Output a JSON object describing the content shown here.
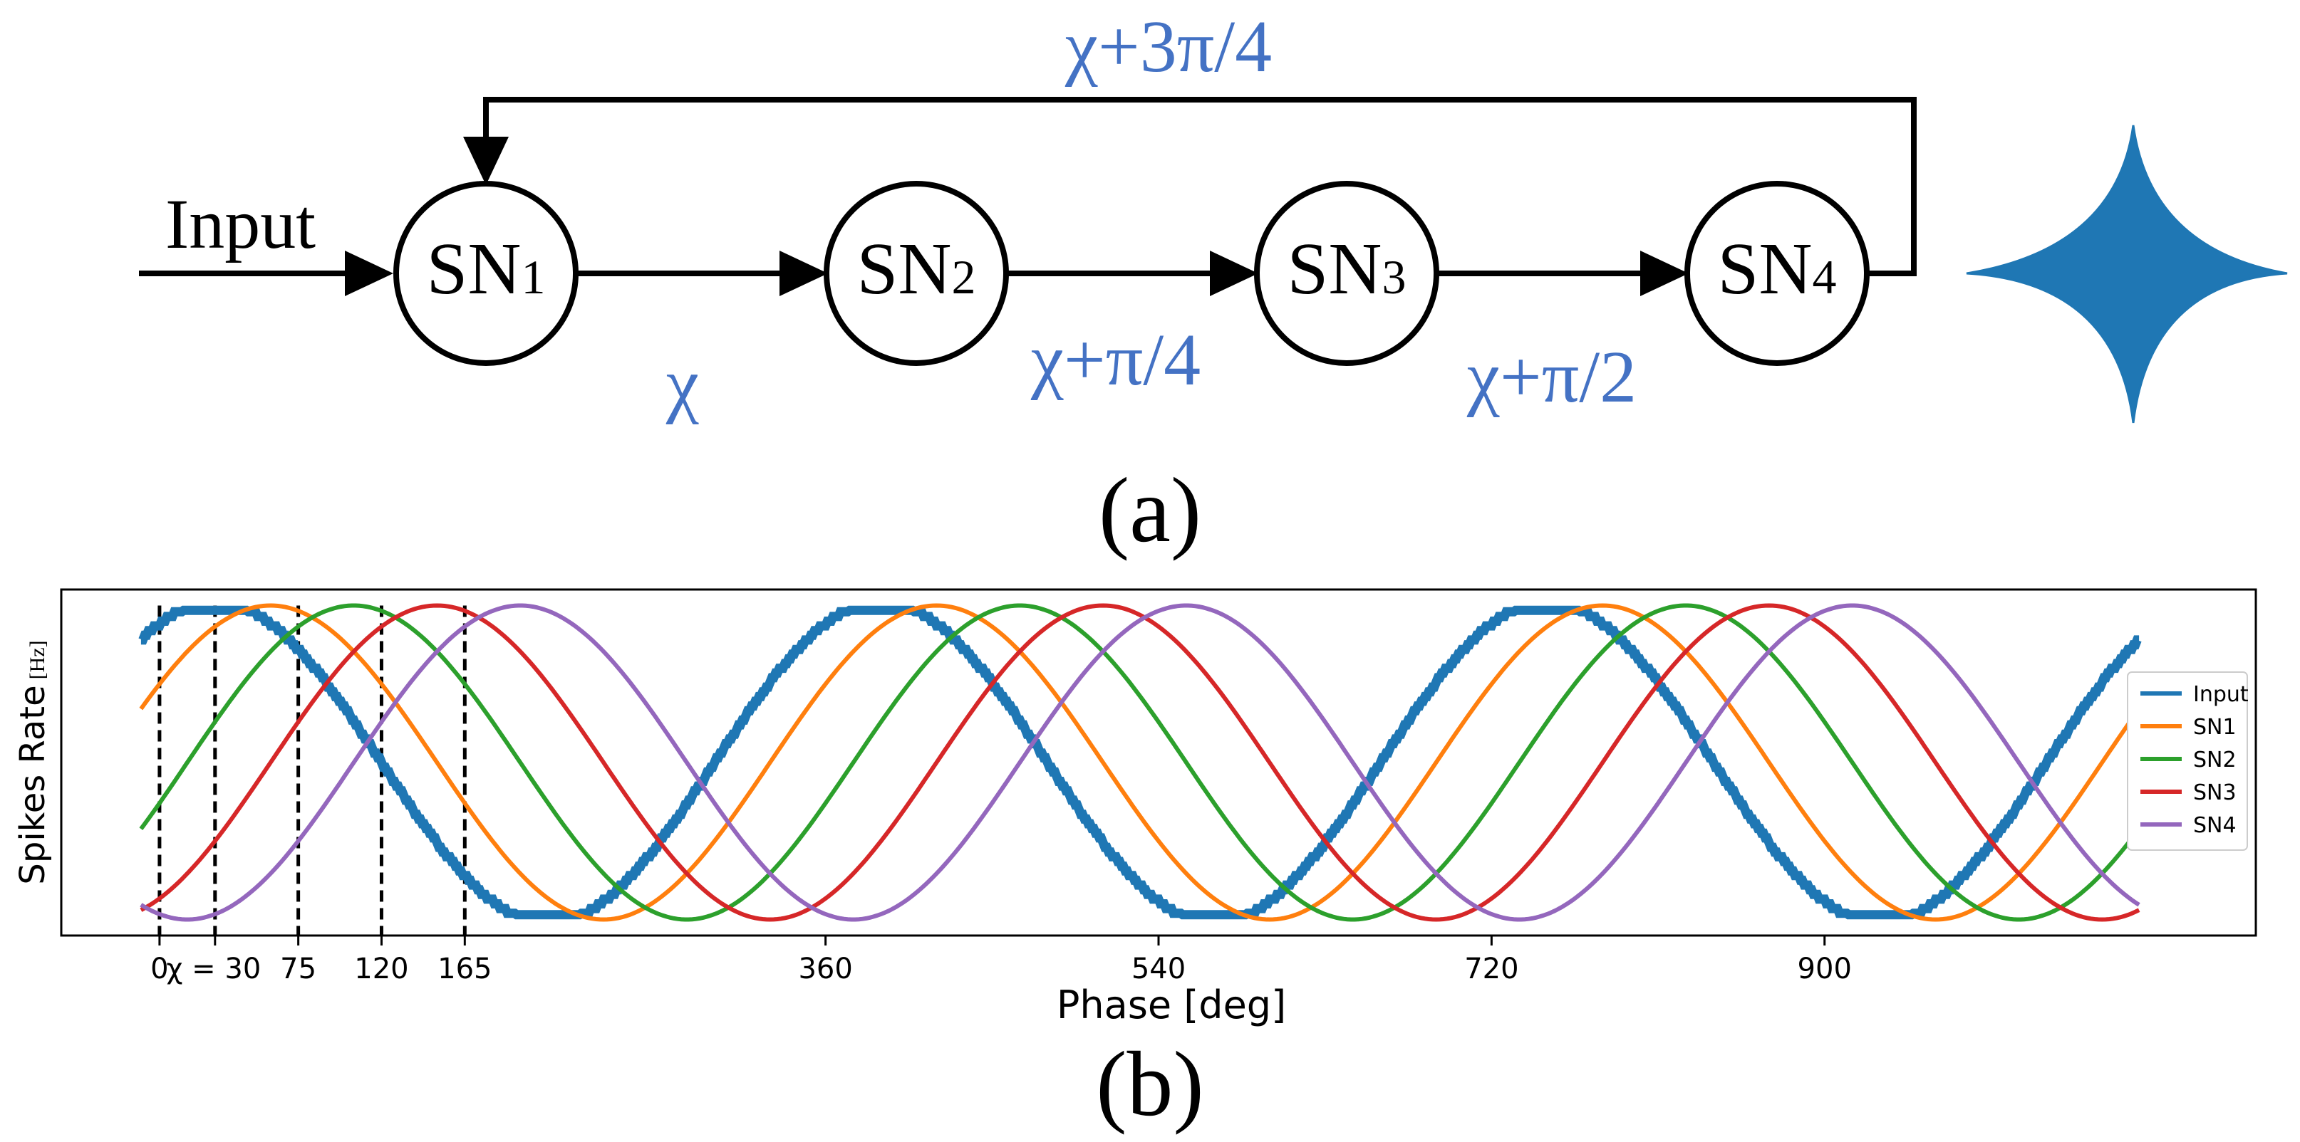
{
  "diagram": {
    "input_label": "Input",
    "nodes": [
      {
        "name": "SN",
        "sub": "1"
      },
      {
        "name": "SN",
        "sub": "2"
      },
      {
        "name": "SN",
        "sub": "3"
      },
      {
        "name": "SN",
        "sub": "4"
      }
    ],
    "edge_labels": [
      "χ",
      "χ+π/4",
      "χ+π/2"
    ],
    "feedback_label": "χ+3π/4",
    "label_color": "#4472C4",
    "caption": "(a)"
  },
  "chart_data": {
    "type": "line",
    "caption": "(b)",
    "xlabel": "Phase [deg]",
    "ylabel": "Spikes Rate",
    "ylabel_unit": "[Hz]",
    "xlim": [
      -30,
      1110
    ],
    "ylim": [
      -1.08,
      1.08
    ],
    "xticks": [
      0,
      30,
      75,
      120,
      165,
      360,
      540,
      720,
      900
    ],
    "xtick_labels": [
      "0",
      "χ = 30",
      "75",
      "120",
      "165",
      "360",
      "540",
      "720",
      "900"
    ],
    "vlines": [
      0,
      30,
      75,
      120,
      165
    ],
    "legend_position": "right",
    "phase_offset_deg": 30,
    "series": [
      {
        "name": "Input",
        "color": "#1f77b4",
        "phase_lag_deg": 0,
        "style": "stepped",
        "x_range": [
          -10,
          1070
        ]
      },
      {
        "name": "SN1",
        "color": "#ff7f0e",
        "phase_lag_deg": 30,
        "x_range": [
          -10,
          1070
        ]
      },
      {
        "name": "SN2",
        "color": "#2ca02c",
        "phase_lag_deg": 75,
        "x_range": [
          -10,
          1070
        ]
      },
      {
        "name": "SN3",
        "color": "#d62728",
        "phase_lag_deg": 120,
        "x_range": [
          -10,
          1070
        ]
      },
      {
        "name": "SN4",
        "color": "#9467bd",
        "phase_lag_deg": 165,
        "x_range": [
          -10,
          1070
        ]
      }
    ]
  }
}
